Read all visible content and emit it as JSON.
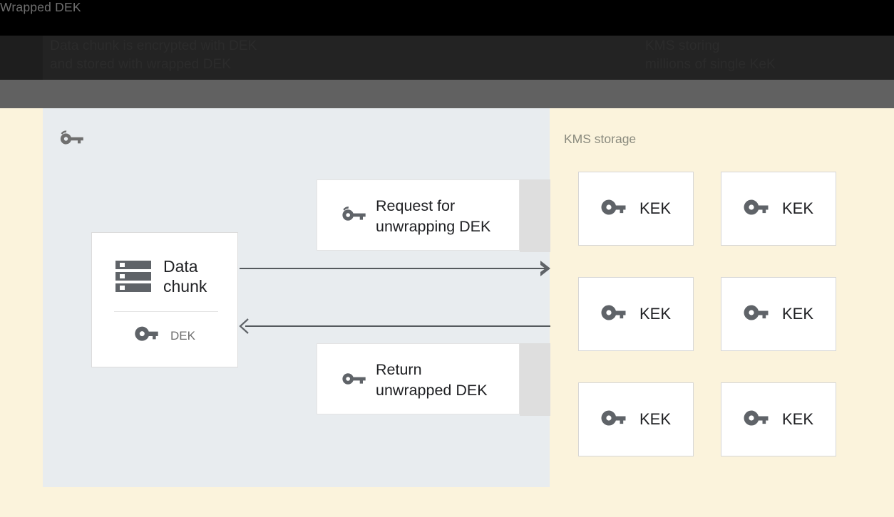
{
  "header": {
    "left_caption": "Data chunk is encrypted with DEK\nand stored with wrapped DEK",
    "right_caption": "KMS storing\nmillions of single KeK",
    "band_black": "#000000",
    "band_dark": "#232323",
    "band_gray": "#616161"
  },
  "page": {
    "background": "#FBF3DC",
    "left_panel_background": "#E8ECEF"
  },
  "left_panel": {
    "title": "Wrapped DEK",
    "title_icon": "key-icon",
    "data_card": {
      "icon": "server-storage-icon",
      "label": "Data\nchunk",
      "key_icon": "key-icon",
      "key_label": "DEK"
    },
    "messages": [
      {
        "icon": "key-icon",
        "label": "Request for\nunwrapping DEK"
      },
      {
        "icon": "key-icon",
        "label": "Return\nunwrapped DEK"
      }
    ],
    "arrows": [
      {
        "name": "request-arrow",
        "direction": "right",
        "color": "#555a5e"
      },
      {
        "name": "response-arrow",
        "direction": "left",
        "color": "#555a5e"
      }
    ]
  },
  "right_panel": {
    "title": "KMS storage",
    "keys": [
      {
        "icon": "key-icon",
        "label": "KEK"
      },
      {
        "icon": "key-icon",
        "label": "KEK"
      },
      {
        "icon": "key-icon",
        "label": "KEK"
      },
      {
        "icon": "key-icon",
        "label": "KEK"
      },
      {
        "icon": "key-icon",
        "label": "KEK"
      },
      {
        "icon": "key-icon",
        "label": "KEK"
      }
    ]
  }
}
